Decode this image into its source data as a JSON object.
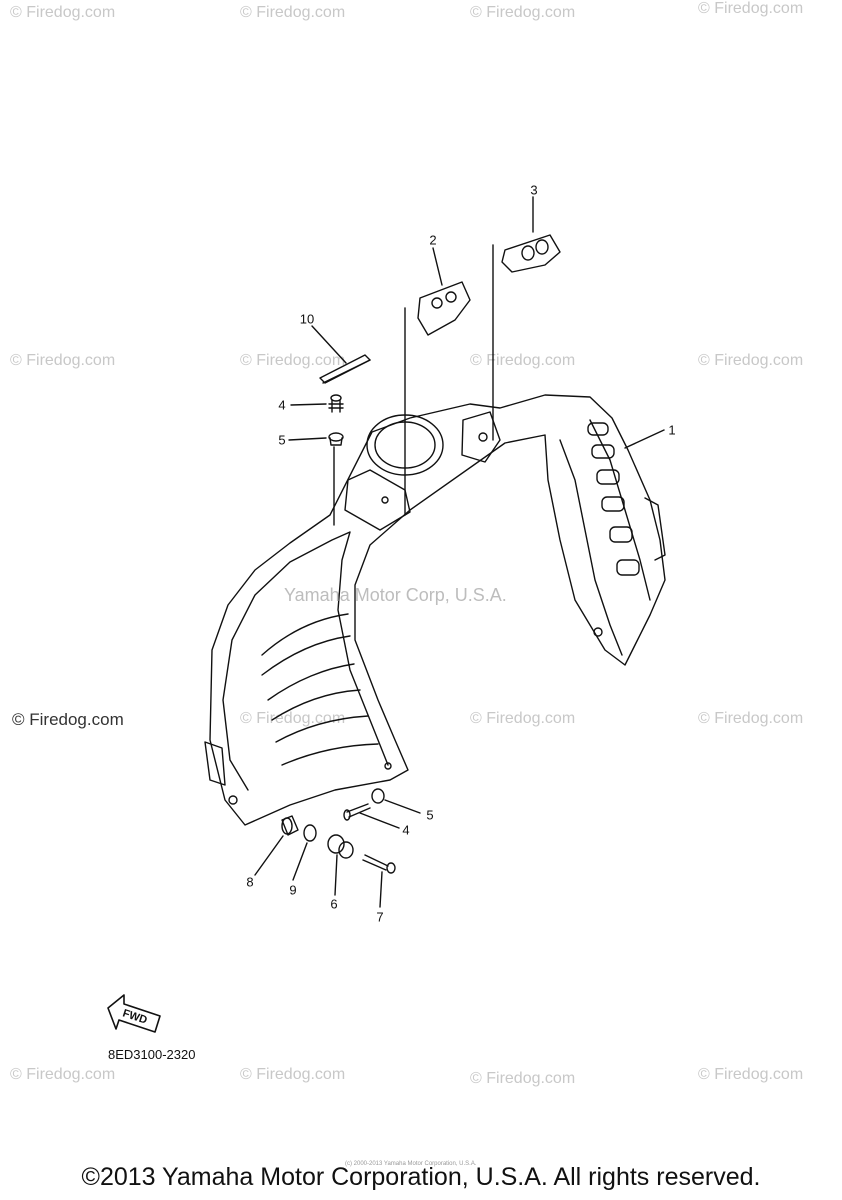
{
  "watermarks": [
    {
      "text": "© Firedog.com",
      "row": 0,
      "col": 0
    },
    {
      "text": "© Firedog.com",
      "row": 0,
      "col": 1
    },
    {
      "text": "© Firedog.com",
      "row": 0,
      "col": 2
    },
    {
      "text": "© Firedog.com",
      "row": 0,
      "col": 3
    },
    {
      "text": "© Firedog.com",
      "row": 1,
      "col": 0
    },
    {
      "text": "© Firedog.com",
      "row": 1,
      "col": 1
    },
    {
      "text": "© Firedog.com",
      "row": 1,
      "col": 2
    },
    {
      "text": "© Firedog.com",
      "row": 1,
      "col": 3
    },
    {
      "text": "© Firedog.com",
      "row": 2,
      "col": 0
    },
    {
      "text": "© Firedog.com",
      "row": 2,
      "col": 1
    },
    {
      "text": "© Firedog.com",
      "row": 2,
      "col": 2
    },
    {
      "text": "© Firedog.com",
      "row": 2,
      "col": 3
    },
    {
      "text": "© Firedog.com",
      "row": 3,
      "col": 0
    },
    {
      "text": "© Firedog.com",
      "row": 3,
      "col": 1
    },
    {
      "text": "© Firedog.com",
      "row": 3,
      "col": 2
    },
    {
      "text": "© Firedog.com",
      "row": 3,
      "col": 3
    }
  ],
  "center_watermark": "Yamaha Motor Corp, U.S.A.",
  "callouts": [
    "1",
    "2",
    "3",
    "4",
    "5",
    "4",
    "5",
    "6",
    "7",
    "8",
    "9",
    "10"
  ],
  "fwd_label": "FWD",
  "part_number": "8ED3100-2320",
  "tiny_copyright": "(c) 2000-2013 Yamaha Motor Corporation, U.S.A.",
  "copyright": "©2013 Yamaha Motor Corporation, U.S.A. All rights reserved."
}
